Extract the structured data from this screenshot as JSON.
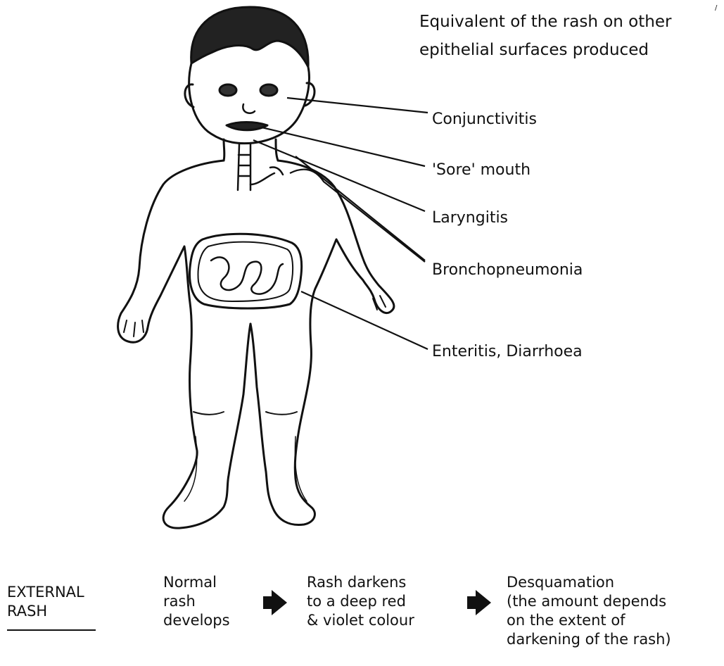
{
  "header": {
    "line1": "Equivalent of the rash on other",
    "line2": "epithelial surfaces produced"
  },
  "labels": [
    "Conjunctivitis",
    "'Sore' mouth",
    "Laryngitis",
    "Bronchopneumonia",
    "Enteritis, Diarrhoea"
  ],
  "external_rash": {
    "label": "EXTERNAL\nRASH",
    "steps": [
      "Normal\nrash\ndevelops",
      "Rash darkens\nto a deep red\n& violet colour",
      "Desquamation\n(the amount depends\non the extent of\ndarkening of the rash)"
    ]
  },
  "corner_mark": "/"
}
